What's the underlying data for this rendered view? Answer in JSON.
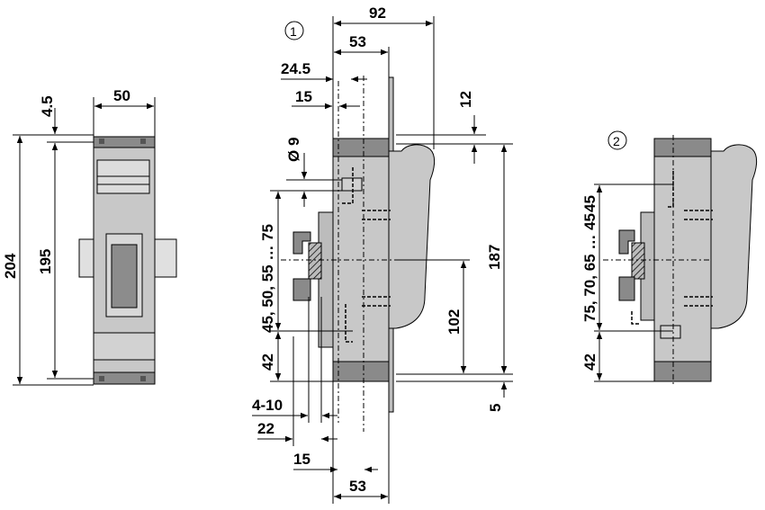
{
  "views": {
    "front": {
      "width": "50",
      "top_offset": "4.5",
      "height_total": "204",
      "height_inner": "195"
    },
    "side1": {
      "marker": "1",
      "width_total": "92",
      "width_53_top": "53",
      "dim_24_5": "24.5",
      "dim_15_top": "15",
      "dim_12": "12",
      "diameter": "Ø 9",
      "height_187": "187",
      "height_102": "102",
      "height_5": "5",
      "vert_range": "45, 50, 55 … 75",
      "vert_42": "42",
      "dim_4_10": "4-10",
      "dim_22": "22",
      "dim_15_bottom": "15",
      "width_53_bottom": "53"
    },
    "side2": {
      "marker": "2",
      "dim_45": "45",
      "vert_range": "75, 70, 65 … 45",
      "vert_42": "42"
    }
  }
}
